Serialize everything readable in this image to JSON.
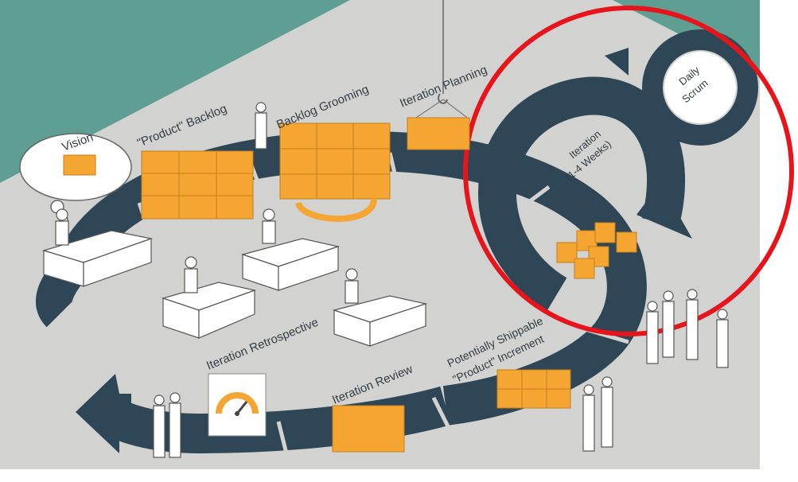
{
  "colors": {
    "floor": "#d2d3d1",
    "teal": "#5f9e93",
    "navy": "#2f4656",
    "orange": "#f5a531",
    "highlight_circle": "#e8141b"
  },
  "labels": {
    "vision": "Vision",
    "product_backlog": "\"Product\" Backlog",
    "backlog_grooming": "Backlog Grooming",
    "iteration_planning": "Iteration Planning",
    "daily_scrum_line1": "Daily",
    "daily_scrum_line2": "Scrum",
    "iteration_line1": "Iteration",
    "iteration_line2": "(1-4 Weeks)",
    "iteration_retrospective": "Iteration Retrospective",
    "iteration_review": "Iteration Review",
    "shippable_line1": "Potentially Shippable",
    "shippable_line2": "\"Product\" Increment"
  },
  "icons": [
    "thought-bubble-icon",
    "crane-hook-icon",
    "speedometer-icon",
    "box-stack-icon",
    "person-figure-icon",
    "desk-icon"
  ]
}
